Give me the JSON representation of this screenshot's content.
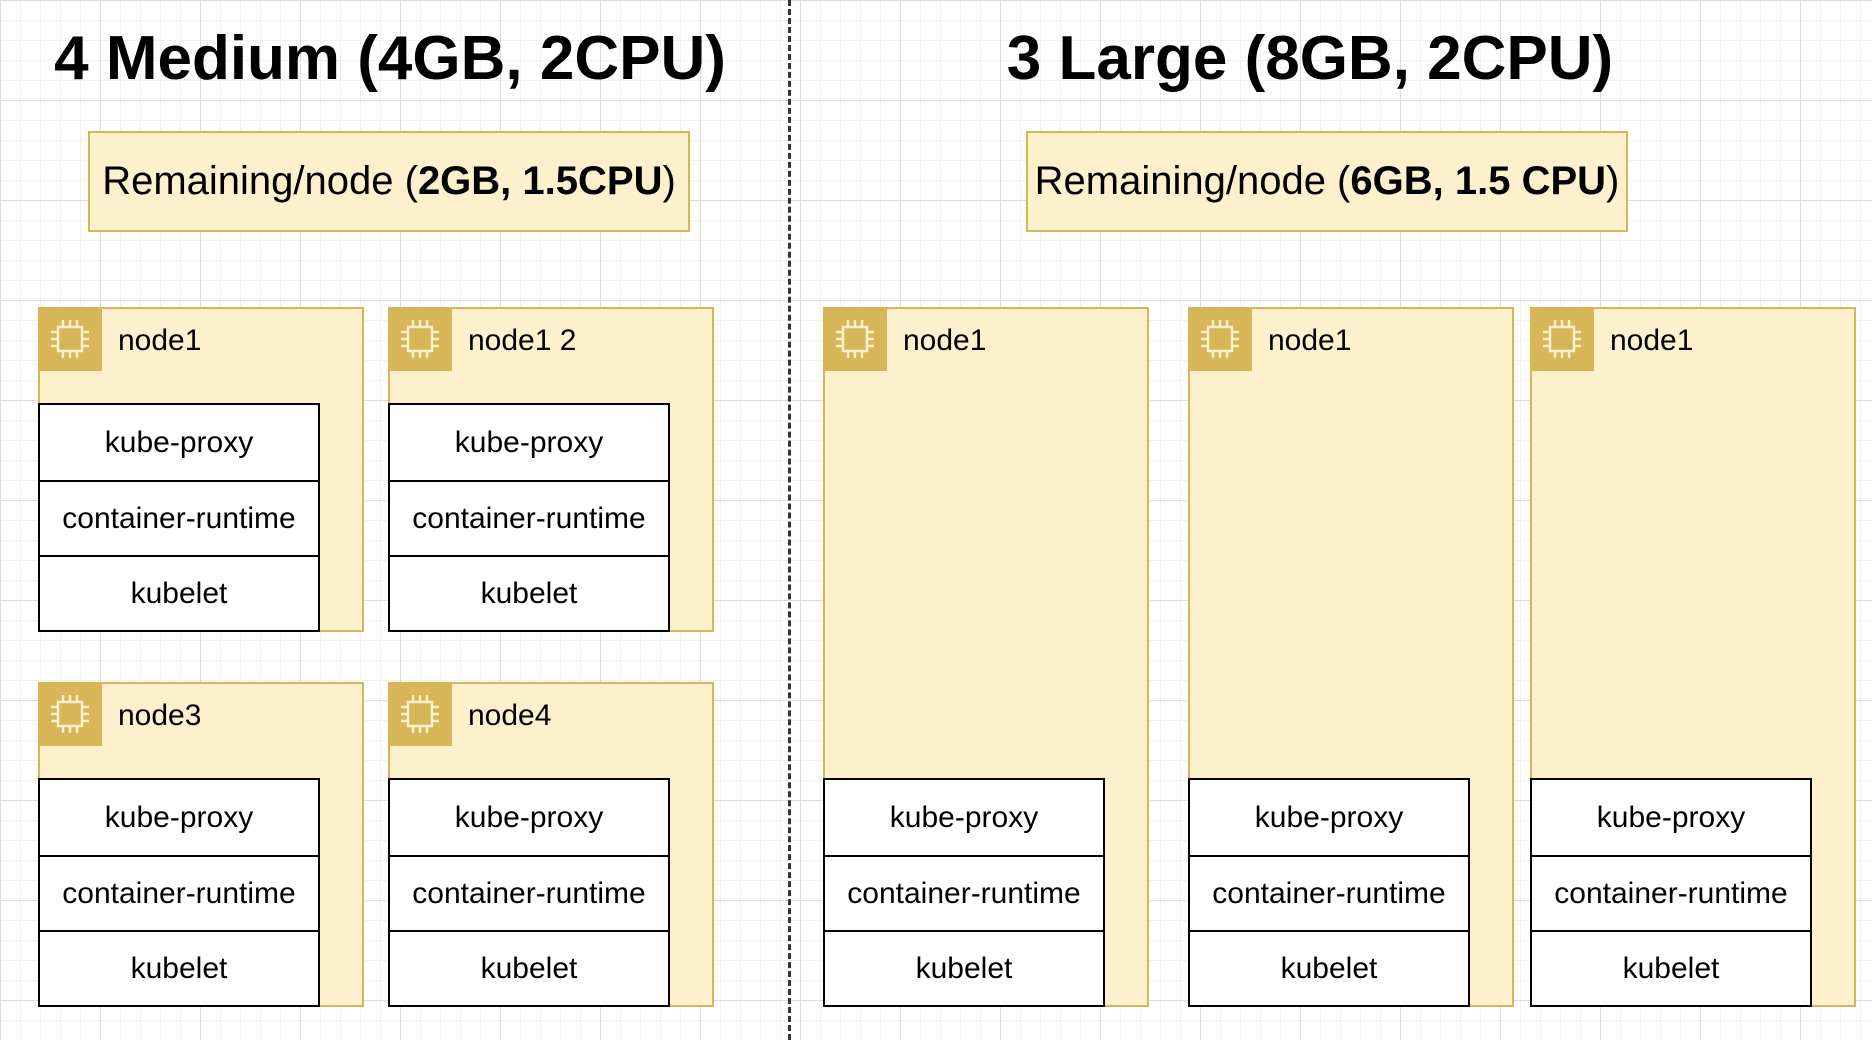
{
  "left": {
    "title": "4 Medium (4GB, 2CPU)",
    "remaining": {
      "prefix": "Remaining/node (",
      "value": "2GB, 1.5CPU",
      "suffix": ")"
    },
    "nodes": [
      {
        "name": "node1"
      },
      {
        "name": "node1 2"
      },
      {
        "name": "node3"
      },
      {
        "name": "node4"
      }
    ]
  },
  "right": {
    "title": "3 Large (8GB, 2CPU)",
    "remaining": {
      "prefix": "Remaining/node (",
      "value": "6GB, 1.5 CPU",
      "suffix": ")"
    },
    "nodes": [
      {
        "name": "node1"
      },
      {
        "name": "node1"
      },
      {
        "name": "node1"
      }
    ]
  },
  "components": [
    "kube-proxy",
    "container-runtime",
    "kubelet"
  ],
  "colors": {
    "node_fill": "#fcf0cd",
    "node_border": "#d6b656",
    "badge": "#d6b656"
  },
  "icons": {
    "node_badge": "cpu-chip-icon"
  }
}
